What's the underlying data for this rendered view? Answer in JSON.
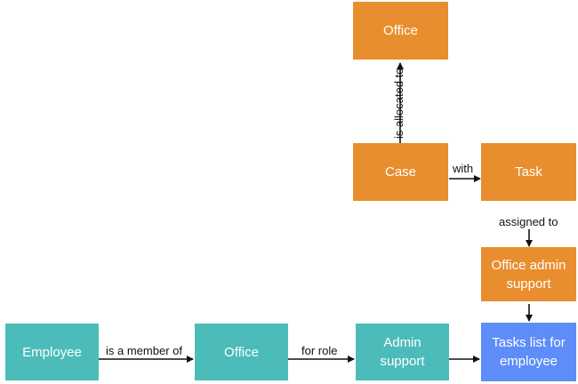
{
  "colors": {
    "orange": "#e98e2e",
    "teal": "#4bbcb9",
    "blue": "#5e8dfa",
    "arrow": "#111111"
  },
  "nodes": {
    "office_top": "Office",
    "case": "Case",
    "task": "Task",
    "office_admin_support": "Office admin\nsupport",
    "employee": "Employee",
    "office_bottom": "Office",
    "admin_support": "Admin\nsupport",
    "tasks_list": "Tasks list for\nemployee"
  },
  "edges": {
    "is_allocated_to": "is allocated to",
    "with": "with",
    "assigned_to": "assigned to",
    "is_a_member_of": "is a member of",
    "for_role": "for role"
  }
}
